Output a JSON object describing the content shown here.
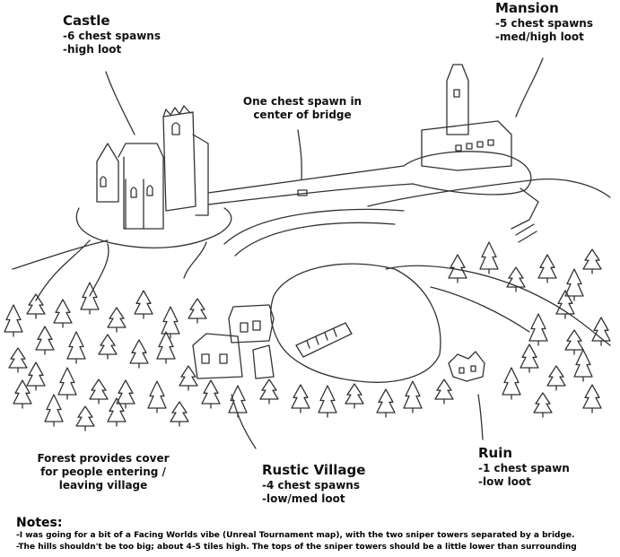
{
  "castle": {
    "title": "Castle",
    "lines": [
      "-6 chest spawns",
      "-high loot"
    ]
  },
  "mansion": {
    "title": "Mansion",
    "lines": [
      "-5 chest spawns",
      "-med/high loot"
    ]
  },
  "bridge": {
    "lines": [
      "One chest spawn in",
      "center of bridge"
    ]
  },
  "forest": {
    "lines": [
      "Forest provides cover",
      "for people entering /",
      "leaving village"
    ]
  },
  "village": {
    "title": "Rustic Village",
    "lines": [
      "-4 chest spawns",
      "-low/med loot"
    ]
  },
  "ruin": {
    "title": "Ruin",
    "lines": [
      "-1 chest spawn",
      "-low loot"
    ]
  },
  "notes": {
    "heading": "Notes:",
    "lines": [
      "-I was going for a bit of a Facing Worlds vibe (Unreal Tournament map), with the two sniper towers separated by a bridge.",
      "-The hills shouldn't be too big; about 4-5 tiles high.  The tops of the sniper towers should be a little lower than surrounding"
    ]
  }
}
